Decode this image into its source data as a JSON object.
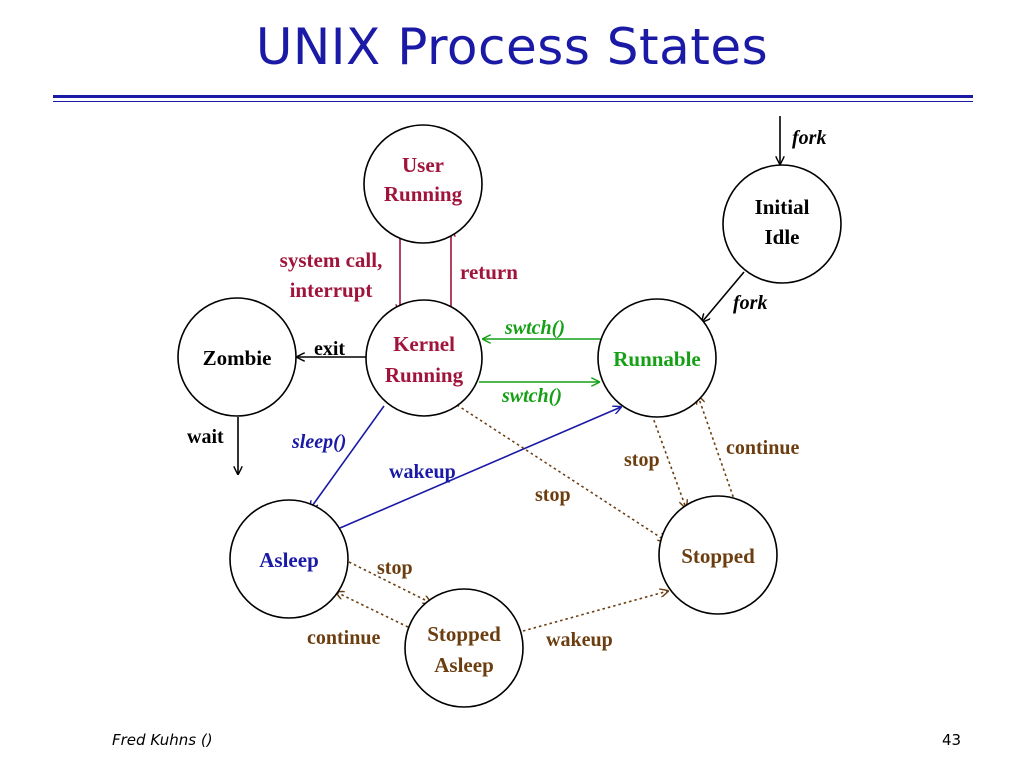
{
  "title": "UNIX Process States",
  "footer": {
    "author": "Fred Kuhns ()",
    "page": "43"
  },
  "colors": {
    "title": "#1a1aa6",
    "user_kernel": "#a0143c",
    "switch": "#16a016",
    "sleep_wakeup": "#1a1aa6",
    "stop_continue": "#6b3d0f",
    "default": "#000000"
  },
  "states": {
    "user_running": [
      "User",
      "Running"
    ],
    "kernel_running": [
      "Kernel",
      "Running"
    ],
    "initial_idle": [
      "Initial",
      "Idle"
    ],
    "zombie": "Zombie",
    "runnable": "Runnable",
    "asleep": "Asleep",
    "stopped": "Stopped",
    "stopped_asleep": [
      "Stopped",
      "Asleep"
    ]
  },
  "transitions": {
    "fork_in": "fork",
    "fork": "fork",
    "system_call": [
      "system call,",
      "interrupt"
    ],
    "return": "return",
    "exit": "exit",
    "wait": "wait",
    "swtch_to_kernel": "swtch()",
    "swtch_to_runnable": "swtch()",
    "sleep": "sleep()",
    "wakeup": "wakeup",
    "stop_runnable": "stop",
    "stop_kernel": "stop",
    "continue_stopped": "continue",
    "stop_asleep": "stop",
    "continue_asleep": "continue",
    "wakeup_stopped_asleep": "wakeup"
  }
}
